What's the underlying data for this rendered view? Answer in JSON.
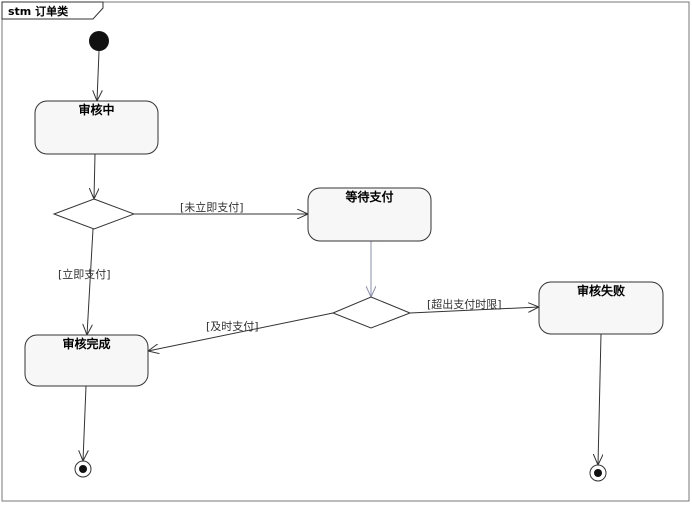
{
  "frame": {
    "label": "stm 订单类"
  },
  "states": {
    "reviewing": "审核中",
    "waiting_payment": "等待支付",
    "review_complete": "审核完成",
    "review_failed": "审核失败"
  },
  "guards": {
    "not_paid_immediately": "[未立即支付]",
    "paid_immediately": "[立即支付]",
    "paid_in_time": "[及时支付]",
    "payment_timeout": "[超出支付时限]"
  }
}
